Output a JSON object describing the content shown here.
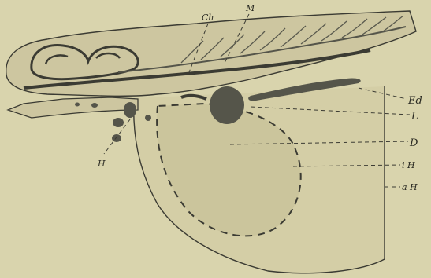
{
  "figure": {
    "colors": {
      "background": "#d9d4ad",
      "tissue_dark": "#55554a",
      "tissue_mid": "#8e8b72",
      "yolk_fill": "#cfc8a0",
      "line": "#3b3b33"
    },
    "labels": {
      "ch": "Ch",
      "m": "M",
      "h": "H",
      "ed": "Ed",
      "l": "L",
      "d": "D",
      "ih": "i H",
      "ah": "a H"
    }
  }
}
